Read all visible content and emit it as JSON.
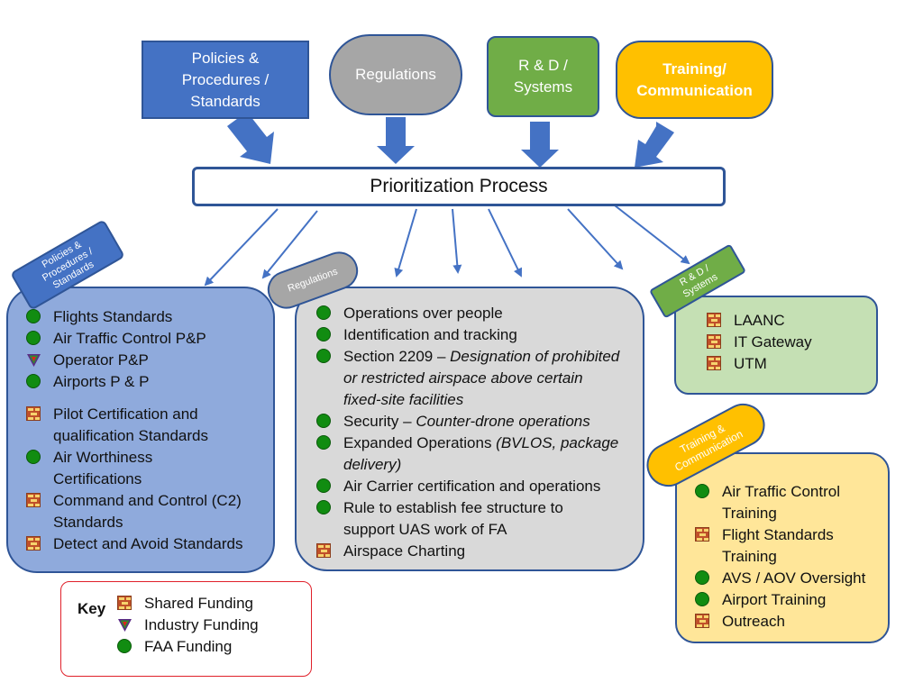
{
  "top_inputs": [
    {
      "label_lines": [
        "Policies &",
        "Procedures /",
        "Standards"
      ]
    },
    {
      "label_lines": [
        "Regulations"
      ]
    },
    {
      "label_lines": [
        "R & D /",
        "Systems"
      ]
    },
    {
      "label_lines": [
        "Training/",
        "Communication"
      ]
    }
  ],
  "center": {
    "title": "Prioritization Process"
  },
  "tags": {
    "policies": [
      "Policies &",
      "Procedures /",
      "Standards"
    ],
    "regulations": "Regulations",
    "rd": [
      "R & D /",
      "Systems"
    ],
    "training": [
      "Training &",
      "Communication"
    ]
  },
  "policies_items": [
    {
      "icon": "faa",
      "lines": [
        "Flights Standards"
      ]
    },
    {
      "icon": "faa",
      "lines": [
        "Air Traffic Control P&P"
      ]
    },
    {
      "icon": "industry",
      "lines": [
        "Operator P&P"
      ]
    },
    {
      "icon": "faa",
      "lines": [
        "Airports P & P"
      ]
    },
    {
      "icon": "shared",
      "lines": [
        "Pilot Certification and",
        "qualification Standards"
      ]
    },
    {
      "icon": "faa",
      "lines": [
        "Air Worthiness",
        "Certifications"
      ]
    },
    {
      "icon": "shared",
      "lines": [
        "Command and Control (C2)",
        "Standards"
      ]
    },
    {
      "icon": "shared",
      "lines": [
        "Detect and Avoid Standards"
      ]
    }
  ],
  "regulations_items": [
    {
      "icon": "faa",
      "plain": "Operations over people"
    },
    {
      "icon": "faa",
      "plain": "Identification and tracking"
    },
    {
      "icon": "faa",
      "plain": "Section 2209 – ",
      "italic_lines": [
        "Designation of prohibited",
        "or restricted airspace above certain",
        "fixed-site facilities"
      ]
    },
    {
      "icon": "faa",
      "plain": "Security – ",
      "italic_lines": [
        "Counter-drone operations"
      ]
    },
    {
      "icon": "faa",
      "plain": "Expanded Operations ",
      "italic_lines": [
        "(BVLOS, package",
        "delivery)"
      ]
    },
    {
      "icon": "faa",
      "plain": "Air Carrier certification and operations"
    },
    {
      "icon": "faa",
      "plain_lines": [
        "Rule to establish fee structure to",
        "support UAS work of FA"
      ]
    },
    {
      "icon": "shared",
      "plain": "Airspace Charting"
    }
  ],
  "rd_items": [
    {
      "icon": "shared",
      "label": "LAANC"
    },
    {
      "icon": "shared",
      "label": "IT Gateway"
    },
    {
      "icon": "shared",
      "label": "UTM"
    }
  ],
  "training_items": [
    {
      "icon": "faa",
      "lines": [
        "Air Traffic Control",
        "Training"
      ]
    },
    {
      "icon": "shared",
      "lines": [
        "Flight Standards",
        "Training"
      ]
    },
    {
      "icon": "faa",
      "lines": [
        "AVS / AOV Oversight"
      ]
    },
    {
      "icon": "faa",
      "lines": [
        "Airport Training"
      ]
    },
    {
      "icon": "shared",
      "lines": [
        "Outreach"
      ]
    }
  ],
  "key": {
    "title": "Key",
    "entries": [
      {
        "icon": "shared",
        "label": "Shared Funding"
      },
      {
        "icon": "industry",
        "label": "Industry Funding"
      },
      {
        "icon": "faa",
        "label": "FAA Funding"
      }
    ]
  },
  "colors": {
    "blue_box": "#4472c4",
    "gray_box": "#a6a6a6",
    "green_box": "#70ad47",
    "gold_box": "#ffc000",
    "blue_panel": "#8faadc",
    "gray_panel": "#d9d9d9",
    "green_panel": "#c5e0b4",
    "gold_panel": "#ffe699",
    "arrow": "#4472c4",
    "key_border": "#e0202a"
  }
}
